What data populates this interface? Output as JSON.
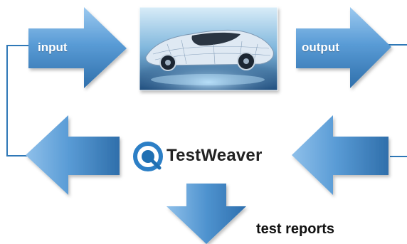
{
  "diagram": {
    "input_label": "input",
    "output_label": "output",
    "brand_name": "TestWeaver",
    "reports_label": "test reports"
  },
  "colors": {
    "arrow_light": "#8fc0ea",
    "arrow_mid": "#4f93cf",
    "arrow_dark": "#2d6fae",
    "connector_line": "#2f78b7",
    "brand_ring": "#2c7fc6",
    "brand_text": "#222222"
  },
  "icons": {
    "car_image": "car-wireframe-image",
    "logo": "testweaver-logo-icon"
  }
}
